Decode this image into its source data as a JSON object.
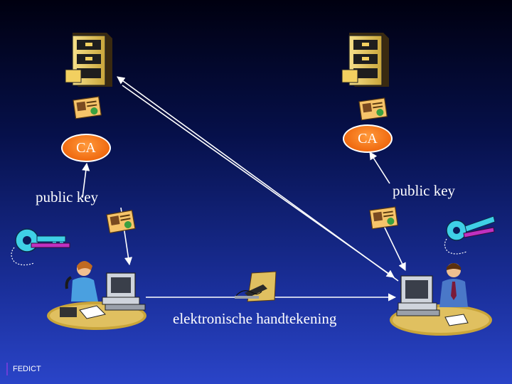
{
  "ca_left": {
    "label": "CA"
  },
  "ca_right": {
    "label": "CA"
  },
  "public_key_left": {
    "label": "public key"
  },
  "public_key_right": {
    "label": "public key"
  },
  "signature": {
    "label": "elektronische handtekening"
  },
  "footer": {
    "label": "FEDICT"
  },
  "icons": [
    "server-cabinet-icon",
    "certificate-icon",
    "key-icon",
    "person-at-computer-icon",
    "signature-pen-icon"
  ],
  "colors": {
    "ca_fill": "#f06a10",
    "arrow": "#ffffff",
    "background_top": "#000010",
    "background_bottom": "#2a44c8",
    "footer_bar": "#6c3fd8"
  }
}
